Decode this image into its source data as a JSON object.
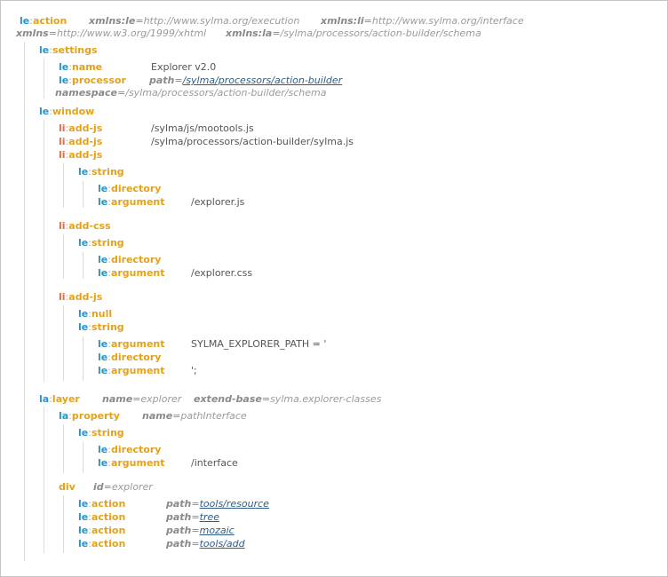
{
  "root": {
    "ns": "le",
    "tag": "action",
    "attrs": [
      {
        "name": "xmlns:le",
        "value": "http://www.sylma.org/execution"
      },
      {
        "name": "xmlns:li",
        "value": "http://www.sylma.org/interface"
      },
      {
        "name": "xmlns",
        "value": "http://www.w3.org/1999/xhtml"
      },
      {
        "name": "xmlns:la",
        "value": "/sylma/processors/action-builder/schema"
      }
    ]
  },
  "settings": {
    "ns": "le",
    "tag": "settings",
    "name": {
      "ns": "le",
      "tag": "name",
      "text": "Explorer v2.0"
    },
    "processor": {
      "ns": "le",
      "tag": "processor",
      "path_attr": "path",
      "path": "/sylma/processors/action-builder",
      "namespace_attr": "namespace",
      "namespace": "/sylma/processors/action-builder/schema"
    }
  },
  "window": {
    "ns": "le",
    "tag": "window",
    "add_js_1": {
      "ns": "li",
      "tag": "add-js",
      "text": "/sylma/js/mootools.js"
    },
    "add_js_2": {
      "ns": "li",
      "tag": "add-js",
      "text": "/sylma/processors/action-builder/sylma.js"
    },
    "add_js_3": {
      "ns": "li",
      "tag": "add-js",
      "string": {
        "ns": "le",
        "tag": "string"
      },
      "directory": {
        "ns": "le",
        "tag": "directory"
      },
      "argument": {
        "ns": "le",
        "tag": "argument",
        "text": "/explorer.js"
      }
    },
    "add_css": {
      "ns": "li",
      "tag": "add-css",
      "string": {
        "ns": "le",
        "tag": "string"
      },
      "directory": {
        "ns": "le",
        "tag": "directory"
      },
      "argument": {
        "ns": "le",
        "tag": "argument",
        "text": "/explorer.css"
      }
    },
    "add_js_4": {
      "ns": "li",
      "tag": "add-js",
      "null": {
        "ns": "le",
        "tag": "null"
      },
      "string": {
        "ns": "le",
        "tag": "string"
      },
      "argument_1": {
        "ns": "le",
        "tag": "argument",
        "text": "SYLMA_EXPLORER_PATH = '"
      },
      "directory": {
        "ns": "le",
        "tag": "directory"
      },
      "argument_2": {
        "ns": "le",
        "tag": "argument",
        "text": "';"
      }
    }
  },
  "layer": {
    "ns": "la",
    "tag": "layer",
    "name_attr": "name",
    "name": "explorer",
    "extend_attr": "extend-base",
    "extend": "sylma.explorer-classes",
    "property": {
      "ns": "la",
      "tag": "property",
      "name_attr": "name",
      "name": "pathInterface",
      "string": {
        "ns": "le",
        "tag": "string"
      },
      "directory": {
        "ns": "le",
        "tag": "directory"
      },
      "argument": {
        "ns": "le",
        "tag": "argument",
        "text": "/interface"
      }
    },
    "div": {
      "tag": "div",
      "id_attr": "id",
      "id": "explorer",
      "actions": [
        {
          "ns": "le",
          "tag": "action",
          "path_attr": "path",
          "path": "tools/resource"
        },
        {
          "ns": "le",
          "tag": "action",
          "path_attr": "path",
          "path": "tree"
        },
        {
          "ns": "le",
          "tag": "action",
          "path_attr": "path",
          "path": "mozaic"
        },
        {
          "ns": "le",
          "tag": "action",
          "path_attr": "path",
          "path": "tools/add"
        }
      ]
    }
  },
  "colors": {
    "ns_le": "#2795c8",
    "ns_li": "#d96f4c",
    "tag": "#e3a21a",
    "attr": "#8a8a8a",
    "link": "#2f5d8a",
    "text": "#555555"
  },
  "sep": ":",
  "eq": "="
}
